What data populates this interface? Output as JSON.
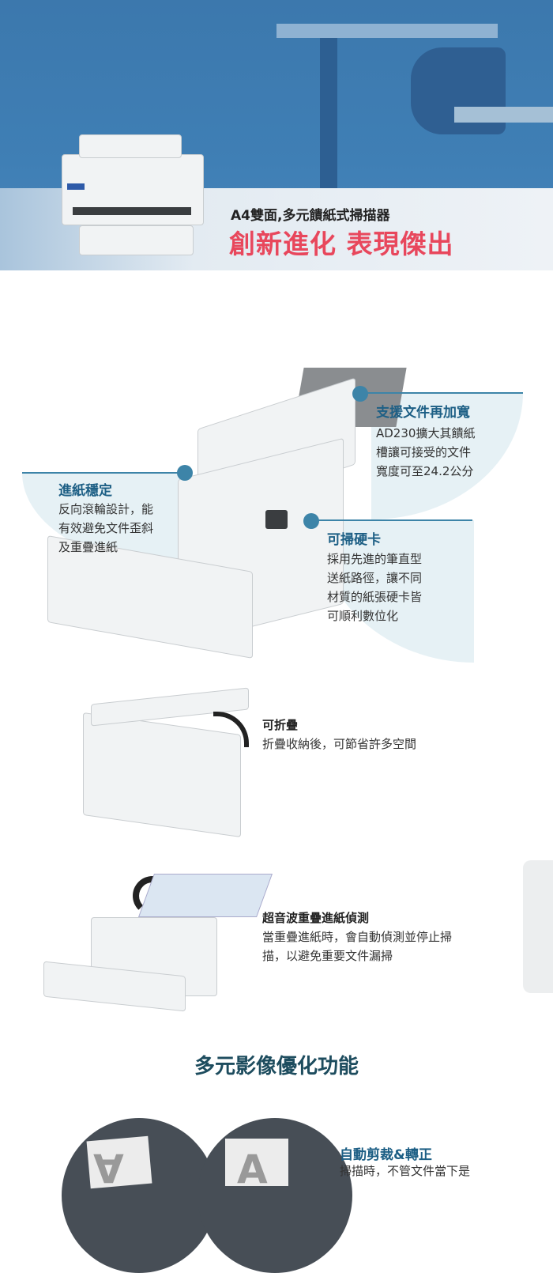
{
  "banner": {
    "subtitle": "A4雙面,多元饋紙式掃描器",
    "headline": "創新進化 表現傑出"
  },
  "features": [
    {
      "title": "支援文件再加寬",
      "lines": [
        "AD230擴大其饋紙",
        "槽讓可接受的文件",
        "寬度可至24.2公分"
      ]
    },
    {
      "title": "進紙穩定",
      "lines": [
        "反向滾輪設計，能",
        "有效避免文件歪斜",
        "及重疊進紙"
      ]
    },
    {
      "title": "可掃硬卡",
      "lines": [
        "採用先進的筆直型",
        "送紙路徑，讓不同",
        "材質的紙張硬卡皆",
        "可順利數位化"
      ]
    }
  ],
  "foldable": {
    "title": "可折疊",
    "text": "折疊收納後，可節省許多空間"
  },
  "ultrasonic": {
    "title": "超音波重疊進紙偵測",
    "lines": [
      "當重疊進紙時，會自動偵測並停止掃",
      "描，以避免重要文件漏掃"
    ]
  },
  "section_title": "多元影像優化功能",
  "autocrop": {
    "title": "自動剪裁&轉正",
    "text": "掃描時，不管文件當下是",
    "glyph": "A"
  },
  "colors": {
    "accent": "#3d84a8",
    "headline": "#e8475c"
  }
}
